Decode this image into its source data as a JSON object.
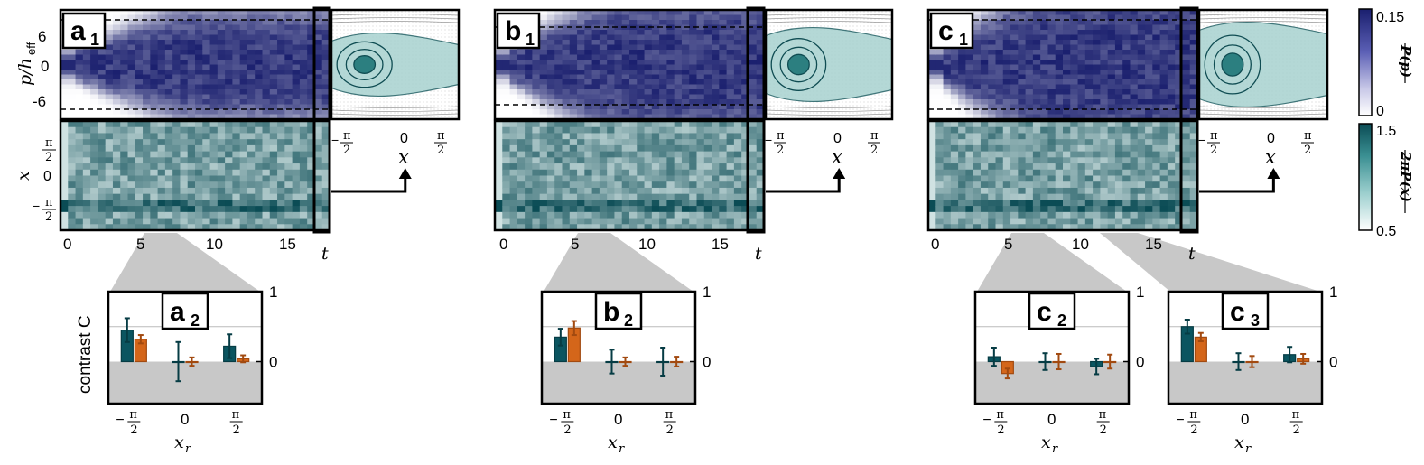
{
  "panels": [
    {
      "id": "a",
      "label_letter": "a",
      "label_sub1": "1",
      "label_sub2": "2"
    },
    {
      "id": "b",
      "label_letter": "b",
      "label_sub1": "1",
      "label_sub2": "2"
    },
    {
      "id": "c",
      "label_letter": "c",
      "label_sub1": "1",
      "label_sub2": "2",
      "label_sub3": "3"
    }
  ],
  "axes": {
    "p_label_main": "p/h",
    "p_label_sub": "eff",
    "x_label": "x",
    "t_label": "t",
    "xr_label_main": "x",
    "xr_label_sub": "r",
    "contrast_label": "contrast C",
    "p_ticks": [
      "6",
      "0",
      "-6"
    ],
    "x_ticks_num": [
      "π",
      "0",
      "π"
    ],
    "x_ticks_den": [
      "2",
      "",
      "2"
    ],
    "x_ticks_sign": [
      "",
      "",
      "−"
    ],
    "t_ticks": [
      "0",
      "5",
      "10",
      "15"
    ],
    "phase_ticks_num": [
      "π",
      "0",
      "π"
    ],
    "phase_ticks_sign": [
      "−",
      "",
      ""
    ],
    "phase_ticks_den": [
      "2",
      "",
      "2"
    ],
    "c_ticks": [
      "1",
      "0"
    ]
  },
  "colorbar": {
    "top_max": "0.15",
    "top_min": "0",
    "top_label": "P(p)",
    "bottom_max": "1.5",
    "bottom_min": "0.5",
    "bottom_label": "2πP(x)",
    "colors": {
      "navy": "#1a1f6e",
      "teal": "#0b5560",
      "orange": "#d4661a",
      "gray": "#c8c8c8"
    }
  },
  "chart_data": [
    {
      "type": "bar",
      "panel": "a2",
      "categories": [
        "−π/2",
        "0",
        "π/2"
      ],
      "ylim": [
        -0.6,
        1.0
      ],
      "series": [
        {
          "values": [
            0.45,
            0.0,
            0.22
          ],
          "errors": [
            0.17,
            0.28,
            0.17
          ]
        },
        {
          "values": [
            0.32,
            0.0,
            0.04
          ],
          "errors": [
            0.06,
            0.06,
            0.05
          ]
        }
      ]
    },
    {
      "type": "bar",
      "panel": "b2",
      "categories": [
        "−π/2",
        "0",
        "π/2"
      ],
      "ylim": [
        -0.6,
        1.0
      ],
      "series": [
        {
          "values": [
            0.35,
            0.0,
            0.0
          ],
          "errors": [
            0.12,
            0.17,
            0.2
          ]
        },
        {
          "values": [
            0.48,
            0.0,
            0.0
          ],
          "errors": [
            0.1,
            0.06,
            0.07
          ]
        }
      ]
    },
    {
      "type": "bar",
      "panel": "c2",
      "categories": [
        "−π/2",
        "0",
        "π/2"
      ],
      "ylim": [
        -0.6,
        1.0
      ],
      "series": [
        {
          "values": [
            0.07,
            0.0,
            -0.07
          ],
          "errors": [
            0.13,
            0.12,
            0.11
          ]
        },
        {
          "values": [
            -0.17,
            0.0,
            0.0
          ],
          "errors": [
            0.07,
            0.11,
            0.1
          ]
        }
      ]
    },
    {
      "type": "bar",
      "panel": "c3",
      "categories": [
        "−π/2",
        "0",
        "π/2"
      ],
      "ylim": [
        -0.6,
        1.0
      ],
      "series": [
        {
          "values": [
            0.5,
            0.0,
            0.1
          ],
          "errors": [
            0.1,
            0.12,
            0.11
          ]
        },
        {
          "values": [
            0.35,
            0.0,
            0.04
          ],
          "errors": [
            0.06,
            0.08,
            0.07
          ]
        }
      ]
    }
  ]
}
